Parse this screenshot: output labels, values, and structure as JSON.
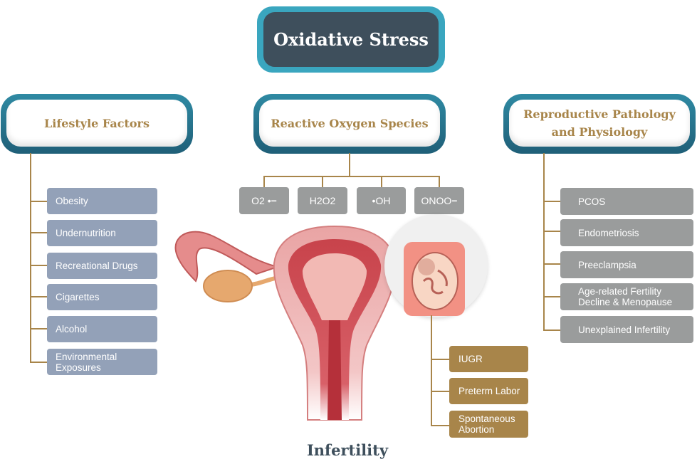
{
  "title": "Oxidative Stress",
  "categories": {
    "lifestyle": "Lifestyle Factors",
    "ros": "Reactive Oxygen Species",
    "reproductive_line1": "Reproductive Pathology",
    "reproductive_line2": "and Physiology"
  },
  "lifestyle_items": [
    "Obesity",
    "Undernutrition",
    "Recreational Drugs",
    "Cigarettes",
    "Alcohol",
    "Environmental Exposures"
  ],
  "ros_items": [
    "O2 •",
    "H2O2",
    "•OH",
    "ONOO"
  ],
  "ros_superscript": "−",
  "reproductive_items": [
    "PCOS",
    "Endometriosis",
    "Preeclampsia",
    "Age-related Fertility Decline & Menopause",
    "Unexplained Infertility"
  ],
  "outcome_items": [
    "IUGR",
    "Preterm Labor",
    "Spontaneous Abortion"
  ],
  "footer": "Infertility",
  "colors": {
    "title_bg": "#3e4f5c",
    "title_border": "#3aa6bf",
    "category_border": "#1f5f78",
    "category_text": "#a8854a",
    "lifestyle_box": "#93a1b8",
    "gray_box": "#9a9c9c",
    "outcome_box": "#a8854a",
    "line": "#a8854a"
  },
  "icons": [
    "uterus-illustration",
    "fetus-icon"
  ]
}
